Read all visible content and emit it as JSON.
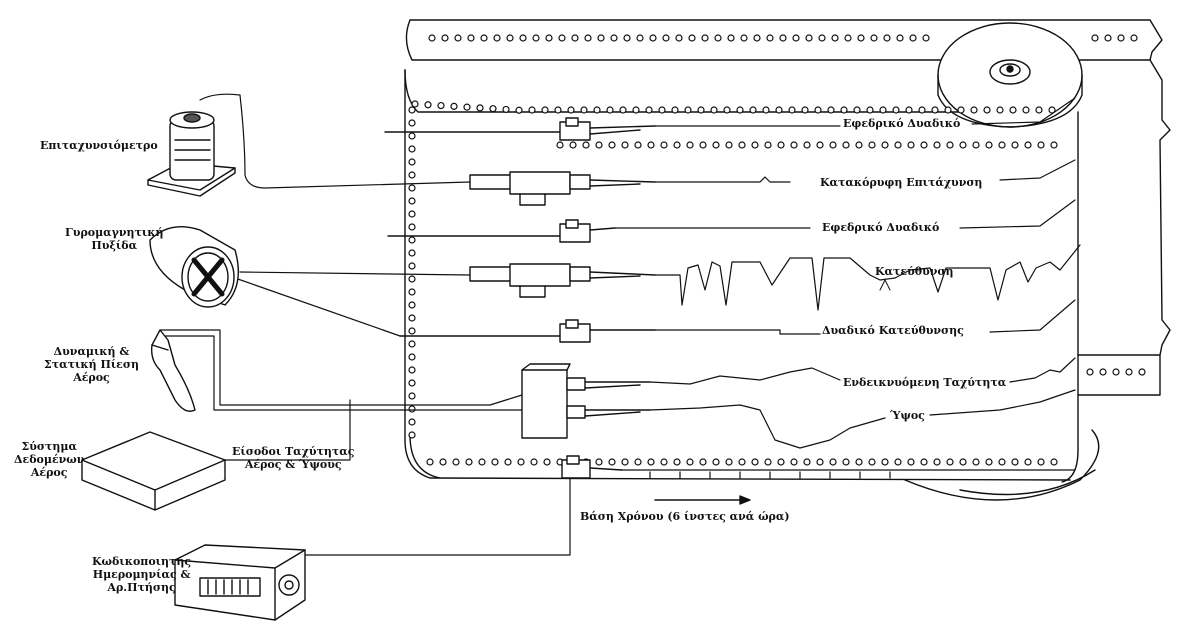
{
  "labels": {
    "accelerometer": "Επιταχυνσιόμετρο",
    "gyro_compass": [
      "Γυρομαγνητική",
      "Πυξίδα"
    ],
    "pitot_static": [
      "Δυναμική &",
      "Στατική Πίεση",
      "Αέρος"
    ],
    "air_data_system": [
      "Σύστημα",
      "Δεδομένων",
      "Αέρος"
    ],
    "airspeed_altitude_inputs": [
      "Είσοδοι Ταχύτητας",
      "Αέρος & Ύψους"
    ],
    "date_flight_encoder": [
      "Κωδικοποιητής",
      "Ημερομηνίας &",
      "Αρ.Πτήσης"
    ],
    "spare_binary_top": "Εφεδρικό Δυαδικό",
    "vertical_acceleration": "Κατακόρυφη Επιτάχυνση",
    "spare_binary_mid": "Εφεδρικό Δυαδικό",
    "heading": "Κατεύθυνση",
    "heading_binary": "Δυαδικό Κατεύθυνσης",
    "indicated_airspeed": "Ενδεικνυόμενη Ταχύτητα",
    "altitude": "Ύψος",
    "time_base": "Βάση Χρόνου (6 ίνστες ανά ώρα)"
  }
}
